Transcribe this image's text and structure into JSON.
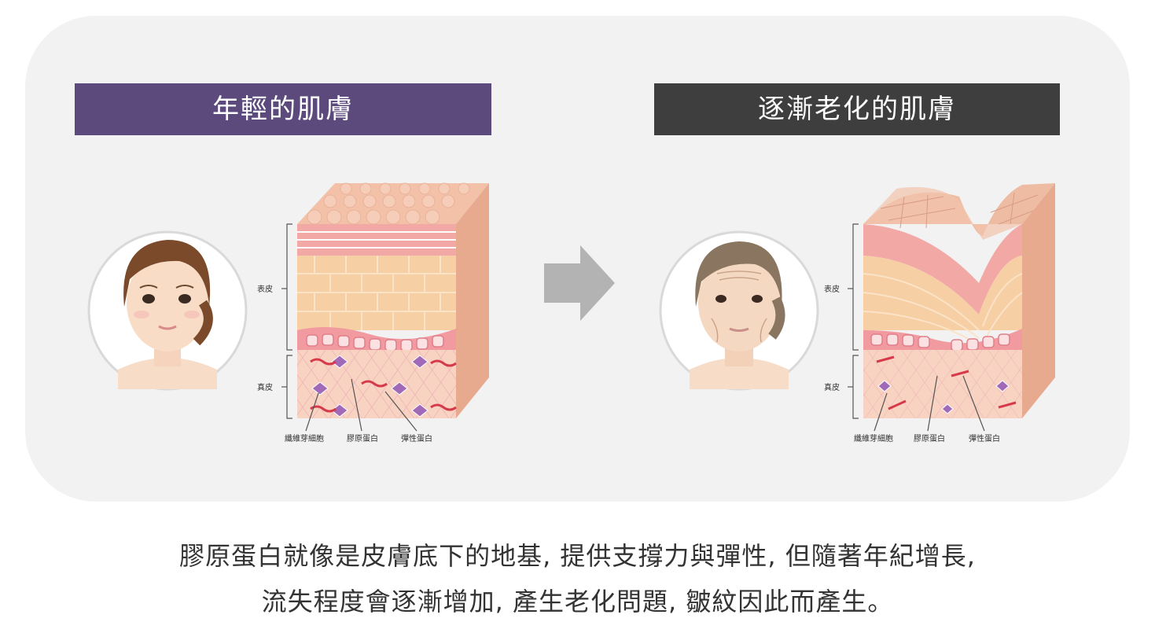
{
  "left": {
    "title": "年輕的肌膚",
    "labels": {
      "epidermis": "表皮",
      "dermis": "真皮"
    },
    "callouts": {
      "fibroblast": "纖維芽細胞",
      "collagen": "膠原蛋白",
      "elastin": "彈性蛋白"
    }
  },
  "right": {
    "title": "逐漸老化的肌膚",
    "labels": {
      "epidermis": "表皮",
      "dermis": "真皮"
    },
    "callouts": {
      "fibroblast": "纖維芽細胞",
      "collagen": "膠原蛋白",
      "elastin": "彈性蛋白"
    }
  },
  "caption": {
    "line1": "膠原蛋白就像是皮膚底下的地基, 提供支撐力與彈性, 但隨著年紀增長,",
    "line2": "流失程度會逐漸增加, 產生老化問題, 皺紋因此而產生。"
  },
  "colors": {
    "left_banner": "#5c4a7c",
    "right_banner": "#3e3e3e",
    "panel": "#f2f2f2",
    "skin_surface": "#f3c1a8",
    "cell_pink": "#e9a0a0",
    "cell_peach": "#f6c79b",
    "elastin_red": "#d63a4a",
    "fibroblast_purple": "#a06ab8"
  }
}
